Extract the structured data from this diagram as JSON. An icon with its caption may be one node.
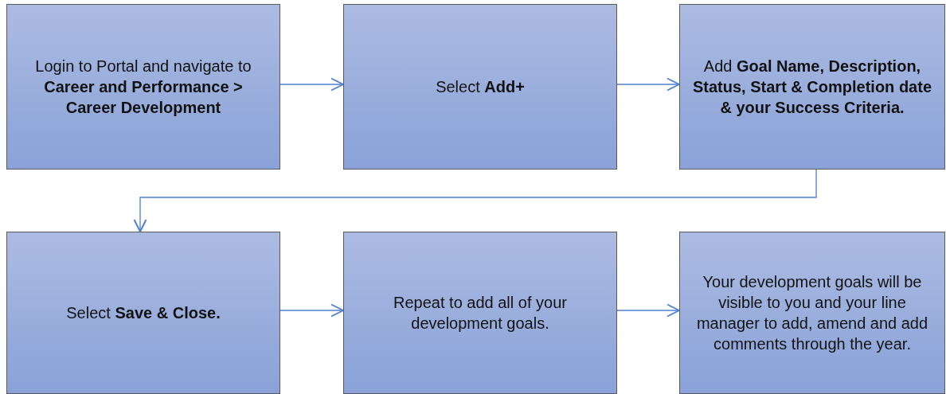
{
  "diagram": {
    "nodes": [
      {
        "text": [
          "Login to Portal and navigate to **Career and Performance > Career Development**"
        ]
      },
      {
        "text": [
          "Select **Add+**"
        ]
      },
      {
        "text": [
          "Add **Goal Name, Description, Status, Start & Completion date & your Success Criteria.**"
        ]
      },
      {
        "text": [
          "Select **Save & Close.**"
        ]
      },
      {
        "text": [
          "Repeat to add all of your development goals."
        ]
      },
      {
        "text": [
          "Your development goals will be visible to you and your line manager to add, amend and add comments through the year."
        ]
      }
    ],
    "edges": [
      {
        "from": 0,
        "to": 1,
        "arrow": "to"
      },
      {
        "from": 1,
        "to": 2,
        "arrow": "to"
      },
      {
        "from": 2,
        "to": 3,
        "arrow": "to"
      },
      {
        "from": 3,
        "to": 4,
        "arrow": "to"
      },
      {
        "from": 4,
        "to": 5,
        "arrow": "to"
      }
    ]
  }
}
